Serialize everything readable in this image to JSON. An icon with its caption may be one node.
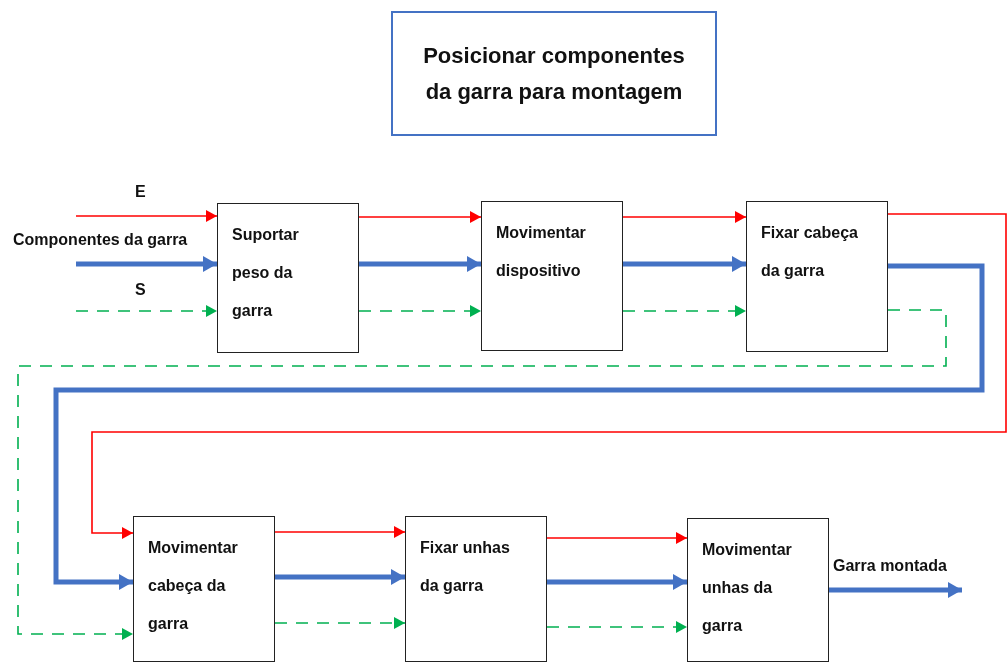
{
  "diagram": {
    "nodes": [
      {
        "text": [
          "Posicionar componentes da garra para montagem"
        ]
      },
      {
        "text": [
          "Suportar peso da garra"
        ]
      },
      {
        "text": [
          "Movimentar dispositivo"
        ]
      },
      {
        "text": [
          "Fixar cabeça da garra"
        ]
      },
      {
        "text": [
          "Movimentar cabeça da garra"
        ]
      },
      {
        "text": [
          "Fixar unhas da garra"
        ]
      },
      {
        "text": [
          "Movimentar unhas da garra"
        ]
      }
    ],
    "edges": [
      {
        "from": null,
        "to": 1,
        "arrow": "to",
        "label": "E",
        "color": "#ff0000"
      },
      {
        "from": null,
        "to": 1,
        "arrow": "to",
        "label": "Componentes da garra",
        "style": "thick"
      },
      {
        "from": null,
        "to": 1,
        "arrow": "to",
        "label": "S",
        "style": "dashed",
        "color": "#00b050"
      },
      {
        "from": 1,
        "to": 2,
        "arrow": "to",
        "color": "#ff0000"
      },
      {
        "from": 1,
        "to": 2,
        "arrow": "to",
        "style": "thick"
      },
      {
        "from": 1,
        "to": 2,
        "arrow": "to",
        "style": "dashed",
        "color": "#00b050"
      },
      {
        "from": 2,
        "to": 3,
        "arrow": "to",
        "color": "#ff0000"
      },
      {
        "from": 2,
        "to": 3,
        "arrow": "to",
        "style": "thick"
      },
      {
        "from": 2,
        "to": 3,
        "arrow": "to",
        "style": "dashed",
        "color": "#00b050"
      },
      {
        "from": 3,
        "to": 4,
        "arrow": "to",
        "color": "#ff0000"
      },
      {
        "from": 3,
        "to": 4,
        "arrow": "to",
        "style": "thick"
      },
      {
        "from": 3,
        "to": 4,
        "arrow": "to",
        "style": "dashed",
        "color": "#00b050"
      },
      {
        "from": 4,
        "to": 5,
        "arrow": "to",
        "color": "#ff0000"
      },
      {
        "from": 4,
        "to": 5,
        "arrow": "to",
        "style": "thick"
      },
      {
        "from": 4,
        "to": 5,
        "arrow": "to",
        "style": "dashed",
        "color": "#00b050"
      },
      {
        "from": 5,
        "to": 6,
        "arrow": "to",
        "color": "#ff0000"
      },
      {
        "from": 5,
        "to": 6,
        "arrow": "to",
        "style": "thick"
      },
      {
        "from": 5,
        "to": 6,
        "arrow": "to",
        "style": "dashed",
        "color": "#00b050"
      },
      {
        "from": 6,
        "to": null,
        "arrow": "to",
        "label": "Garra montada",
        "style": "thick"
      }
    ]
  }
}
